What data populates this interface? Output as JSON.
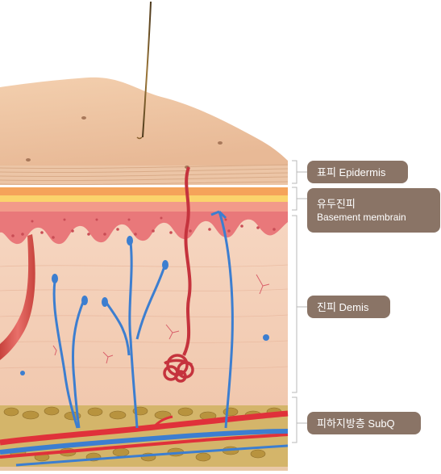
{
  "labels": {
    "epidermis": "표피 Epidermis",
    "basement_line1": "유두진피",
    "basement_line2": "Basement membrain",
    "dermis": "진피 Demis",
    "subq": "피하지방층 SubQ"
  },
  "colors": {
    "pill": "#8a7466",
    "pill_text": "#ffffff",
    "skin_top": "#edc3a1",
    "dermis": "#f4d0b8",
    "papillary": "#e9787a",
    "fat": "#c2a04e",
    "artery": "#e0313a",
    "vein": "#3c7ed0",
    "bracket": "#b8b8b8"
  }
}
